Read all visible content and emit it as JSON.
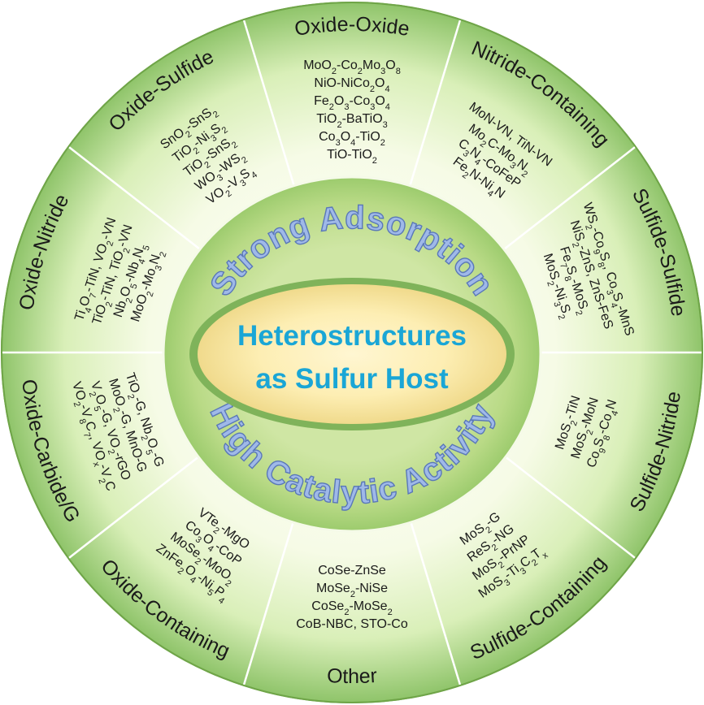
{
  "center": {
    "title_line1": "Heterostructures",
    "title_line2": "as Sulfur Host"
  },
  "ring": {
    "top": "Strong Adsorption",
    "bottom": "High Catalytic Activity"
  },
  "colors": {
    "outer_green": "#8fc46a",
    "light_green": "#dff0c4",
    "dark_green": "#6aa84f",
    "center_yellow": "#fde9a8",
    "title_blue": "#1aa6d6",
    "ring_text_fill": "#9fb9e8"
  },
  "segments": [
    {
      "id": "oxide-oxide",
      "name": "Oxide-Oxide",
      "items": [
        "MoO2-Co2Mo3O8",
        "NiO-NiCo2O4",
        "Fe2O3-Co3O4",
        "TiO2-BaTiO3",
        "Co3O4-TiO2",
        "TiO-TiO2"
      ]
    },
    {
      "id": "nitride-containing",
      "name": "Nitride-Containing",
      "items": [
        "MoN-VN, TiN-VN",
        "Mo2C-Mo3N2",
        "C3N4-CoFeP",
        "Fe2N-Ni4N"
      ]
    },
    {
      "id": "sulfide-sulfide",
      "name": "Sulfide-Sulfide",
      "items": [
        "WS2-Co9S8, Co3S4-MnS",
        "NiS2-ZnS, ZnS-FeS",
        "Fe7S8-MoS2",
        "MoS2-Ni3S2"
      ]
    },
    {
      "id": "sulfide-nitride",
      "name": "Sulfide-Nitride",
      "items": [
        "MoS2-TiN",
        "MoS2-MoN",
        "Co9S8-Co4N"
      ]
    },
    {
      "id": "sulfide-containing",
      "name": "Sulfide-Containing",
      "items": [
        "MoS2-G",
        "ReS2-NG",
        "MoS2-PrNP",
        "MoS3-Ti3C2Tx"
      ]
    },
    {
      "id": "other",
      "name": "Other",
      "items": [
        "CoSe-ZnSe",
        "MoSe2-NiSe",
        "CoSe2-MoSe2",
        "CoB-NBC, STO-Co"
      ]
    },
    {
      "id": "oxide-containing",
      "name": "Oxide-Containing",
      "items": [
        "VTe2-MgO",
        "Co3O4-CoP",
        "MoSe2-MoO2",
        "ZnFe2O4-Ni5P4"
      ]
    },
    {
      "id": "oxide-carbide-g",
      "name": "Oxide-Carbide/G",
      "items": [
        "TiO2-G, Nb2O5-G",
        "MoO2-G, MnO-G",
        "V2O5-G, VO2-rGO",
        "VO2-V8C7, VOx-V2C"
      ]
    },
    {
      "id": "oxide-nitride",
      "name": "Oxide-Nitride",
      "items": [
        "Ti4O7-TiN, VO2-VN",
        "TiO2-TiN, TiO2-VN",
        "Nb2O5-Nb4N5",
        "MoO2-Mo3N2"
      ]
    },
    {
      "id": "oxide-sulfide",
      "name": "Oxide-Sulfide",
      "items": [
        "SnO2-SnS2",
        "TiO2-Ni3S2",
        "TiO2-SnS2",
        "WO3-WS2",
        "VO2-V3S4"
      ]
    }
  ]
}
